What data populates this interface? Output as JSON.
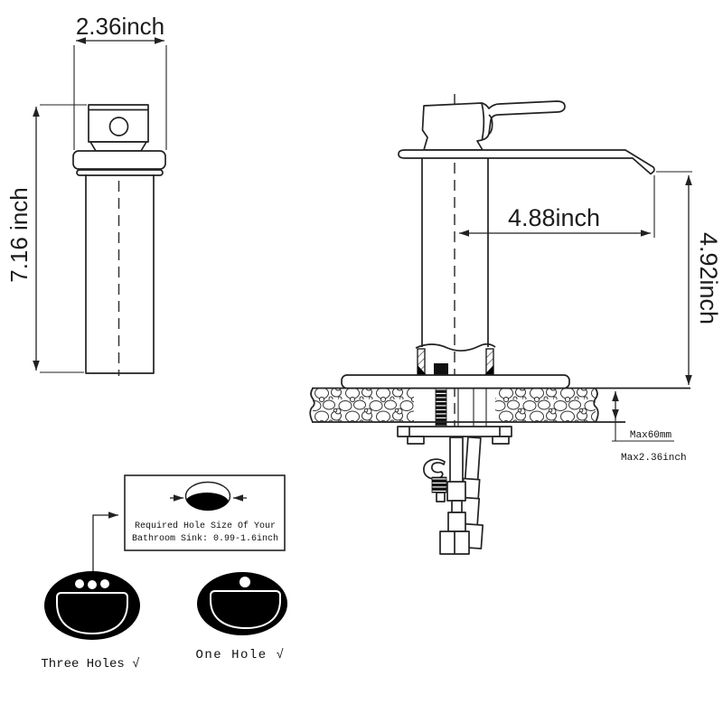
{
  "diagram_title": "faucet-dimension-diagram",
  "labels": {
    "front_width": "2.36inch",
    "front_height": "7.16 inch",
    "spout_reach": "4.88inch",
    "spout_height": "4.92inch",
    "max_mm": "Max60mm",
    "max_inch": "Max2.36inch"
  },
  "note": {
    "line1": "Required Hole Size Of Your",
    "line2": "Bathroom Sink: 0.99-1.6inch"
  },
  "sinks": {
    "three_label": "Three Holes √",
    "one_label": "One Hole √"
  },
  "colors": {
    "line": "#222222",
    "black_fill": "#000000",
    "background": "#ffffff"
  }
}
